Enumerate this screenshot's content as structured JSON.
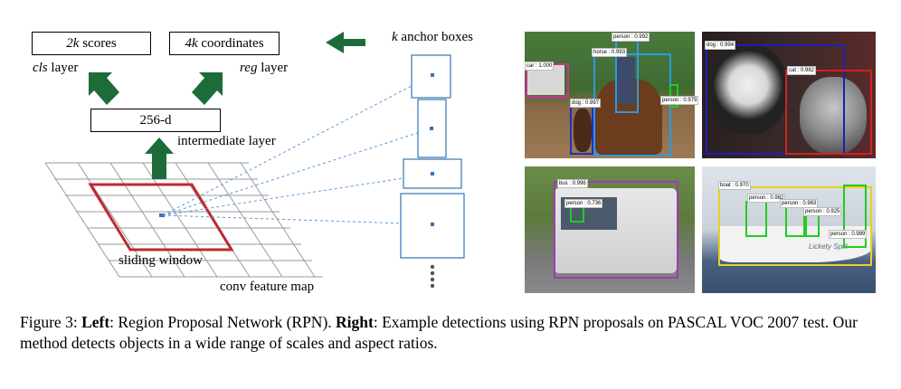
{
  "diagram": {
    "scores_label_k": "2k",
    "scores_label_rest": " scores",
    "coords_label_k": "4k",
    "coords_label_rest": " coordinates",
    "cls_layer_italic": "cls",
    "cls_layer_rest": " layer",
    "reg_layer_italic": "reg",
    "reg_layer_rest": " layer",
    "intermediate_box": "256-d",
    "intermediate_label": "intermediate layer",
    "anchor_label_k": "k",
    "anchor_label_rest": " anchor boxes",
    "sliding_window": "sliding window",
    "feature_map": "conv feature map",
    "colors": {
      "arrow": "#1e6b3a",
      "window": "#c0282e",
      "anchor": "#2f75b5",
      "grid": "#9a9a9a"
    }
  },
  "detections": {
    "photo1": [
      {
        "label": "car : 1.000",
        "color": "#c2358f"
      },
      {
        "label": "person : 0.992",
        "color": "#2b9be0"
      },
      {
        "label": "horse : 0.993",
        "color": "#2b9be0"
      },
      {
        "label": "dog : 0.997",
        "color": "#1f2fc4"
      },
      {
        "label": "person : 0.979",
        "color": "#22cc22"
      }
    ],
    "photo2": [
      {
        "label": "dog : 0.994",
        "color": "#1e1eb8"
      },
      {
        "label": "cat : 0.982",
        "color": "#d61f1f"
      }
    ],
    "photo3": [
      {
        "label": "bus : 0.996",
        "color": "#a03ab8"
      },
      {
        "label": "person : 0.736",
        "color": "#22cc22"
      }
    ],
    "photo4": [
      {
        "label": "boat : 0.970",
        "color": "#e8d21c"
      },
      {
        "label": "person : 0.982",
        "color": "#22cc22"
      },
      {
        "label": "person : 0.983",
        "color": "#22cc22"
      },
      {
        "label": "person : 0.925",
        "color": "#22cc22"
      },
      {
        "label": "person : 0.989",
        "color": "#22cc22"
      }
    ]
  },
  "caption": {
    "fig": "Figure 3: ",
    "left_bold": "Left",
    "left_text": ": Region Proposal Network (RPN). ",
    "right_bold": "Right",
    "right_text": ": Example detections using RPN proposals on PASCAL VOC 2007 test. Our method detects objects in a wide range of scales and aspect ratios."
  }
}
